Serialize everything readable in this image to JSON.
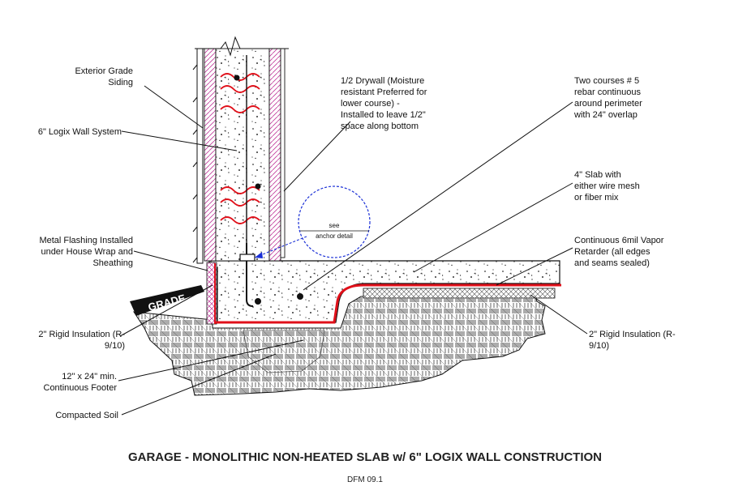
{
  "labels": {
    "siding": [
      "Exterior Grade",
      "Siding"
    ],
    "wall_system": [
      "6\" Logix Wall System"
    ],
    "flashing": [
      "Metal Flashing Installed",
      "under House Wrap and",
      "Sheathing"
    ],
    "rigid_left": [
      "2\" Rigid Insulation (R-",
      "9/10)"
    ],
    "footer": [
      "12\" x 24\" min.",
      "Continuous Footer"
    ],
    "soil": [
      "Compacted Soil"
    ],
    "drywall": [
      "1/2 Drywall (Moisture",
      "resistant Preferred for",
      "lower course) -",
      "Installed to leave 1/2\"",
      "space along bottom"
    ],
    "rebar": [
      "Two courses # 5",
      "rebar continuous",
      "around perimeter",
      "with 24\" overlap"
    ],
    "slab": [
      "4\" Slab with",
      "either wire mesh",
      "or fiber mix"
    ],
    "vapor": [
      "Continuous 6mil Vapor",
      "Retarder (all edges",
      "and seams sealed)"
    ],
    "rigid_right": [
      "2\" Rigid Insulation (R-",
      "9/10)"
    ],
    "see_anchor": [
      "see",
      "anchor detail"
    ],
    "grade": "GRADE"
  },
  "title": "GARAGE - MONOLITHIC NON-HEATED SLAB w/ 6\" LOGIX WALL CONSTRUCTION",
  "drawing_code": "DFM 09.1",
  "colors": {
    "vapor_retarder": "#e0101a",
    "insulation_hatch": "#c0399a",
    "detail_circle": "#1a2fd6",
    "linework": "#111111"
  }
}
